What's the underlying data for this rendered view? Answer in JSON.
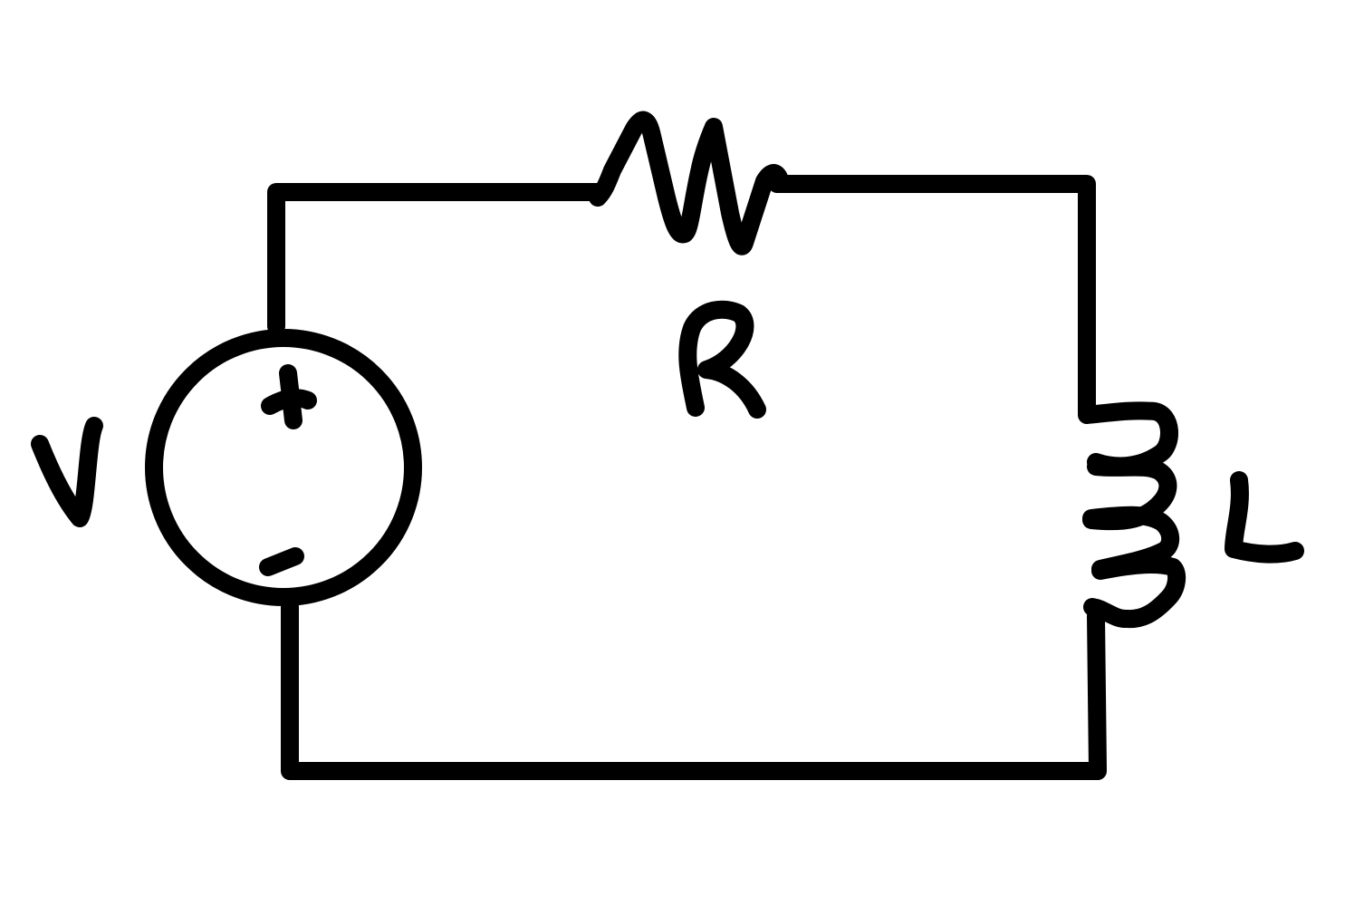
{
  "colors": {
    "ink": "#000000",
    "background": "#ffffff"
  },
  "labels": {
    "voltage": "V",
    "resistor": "R",
    "inductor": "L",
    "plus": "+",
    "minus": "-"
  }
}
